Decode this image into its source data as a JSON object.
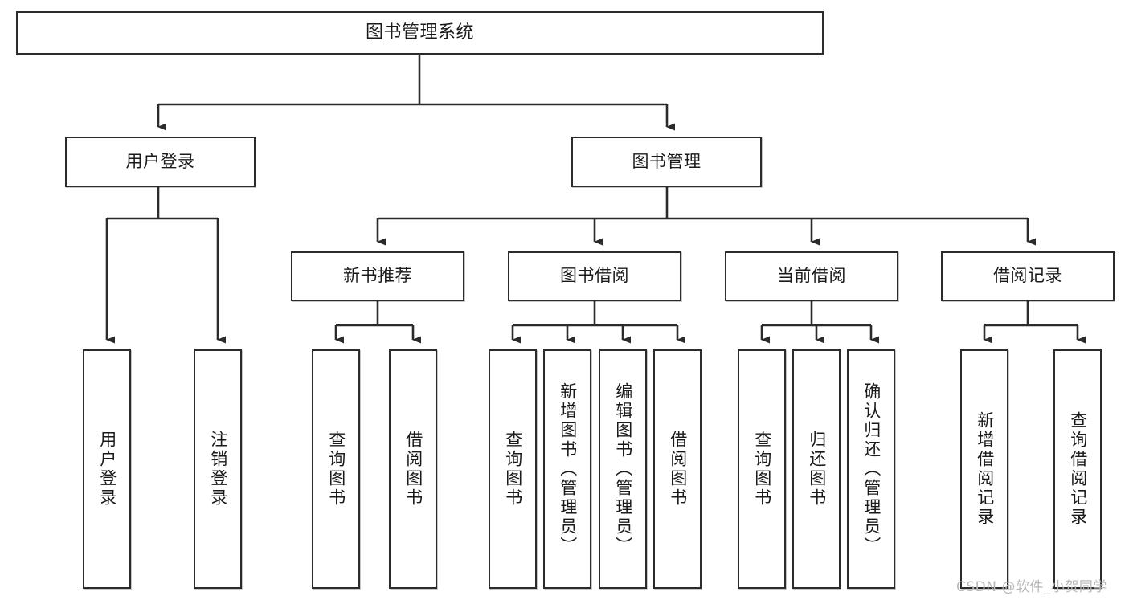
{
  "diagram": {
    "title": "图书管理系统",
    "type": "tree",
    "orientation": "top-down",
    "colors": {
      "box_border": "#2b2b2b",
      "box_fill": "#ffffff",
      "edge": "#2b2b2b",
      "background": "#ffffff",
      "watermark": "#b9b9b9"
    },
    "root": {
      "label": "图书管理系统"
    },
    "level2": [
      {
        "label": "用户登录"
      },
      {
        "label": "图书管理"
      }
    ],
    "level3": [
      {
        "label": "新书推荐"
      },
      {
        "label": "图书借阅"
      },
      {
        "label": "当前借阅"
      },
      {
        "label": "借阅记录"
      }
    ],
    "leaves": {
      "user_login": [
        {
          "label": "用户登录"
        },
        {
          "label": "注销登录"
        }
      ],
      "new_book_recommend": [
        {
          "label": "查询图书"
        },
        {
          "label": "借阅图书"
        }
      ],
      "book_borrow": [
        {
          "label": "查询图书"
        },
        {
          "label": "新增图书（管理员）"
        },
        {
          "label": "编辑图书（管理员）"
        },
        {
          "label": "借阅图书"
        }
      ],
      "current_borrow": [
        {
          "label": "查询图书"
        },
        {
          "label": "归还图书"
        },
        {
          "label": "确认归还（管理员）"
        }
      ],
      "borrow_record": [
        {
          "label": "新增借阅记录"
        },
        {
          "label": "查询借阅记录"
        }
      ]
    }
  },
  "watermark": {
    "text": "CSDN @软件_小贺同学"
  }
}
